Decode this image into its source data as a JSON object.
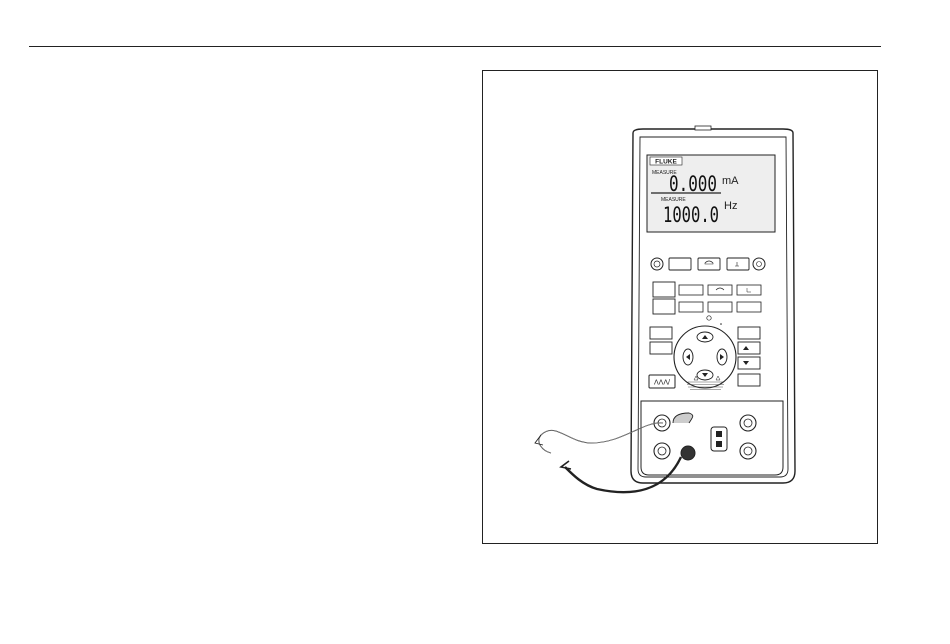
{
  "brand": "FLUKE",
  "display": {
    "line1": {
      "mode": "MEASURE",
      "value": "0.000",
      "unit": "mA"
    },
    "line2": {
      "mode": "MEASURE",
      "value": "1000.0",
      "unit": "Hz"
    }
  },
  "keypad": {
    "mode_key_label": "ΛΛΛ/"
  },
  "colors": {
    "ink": "#222222",
    "lcd_background": "#eeeeee",
    "lead_wire": "#222222"
  }
}
